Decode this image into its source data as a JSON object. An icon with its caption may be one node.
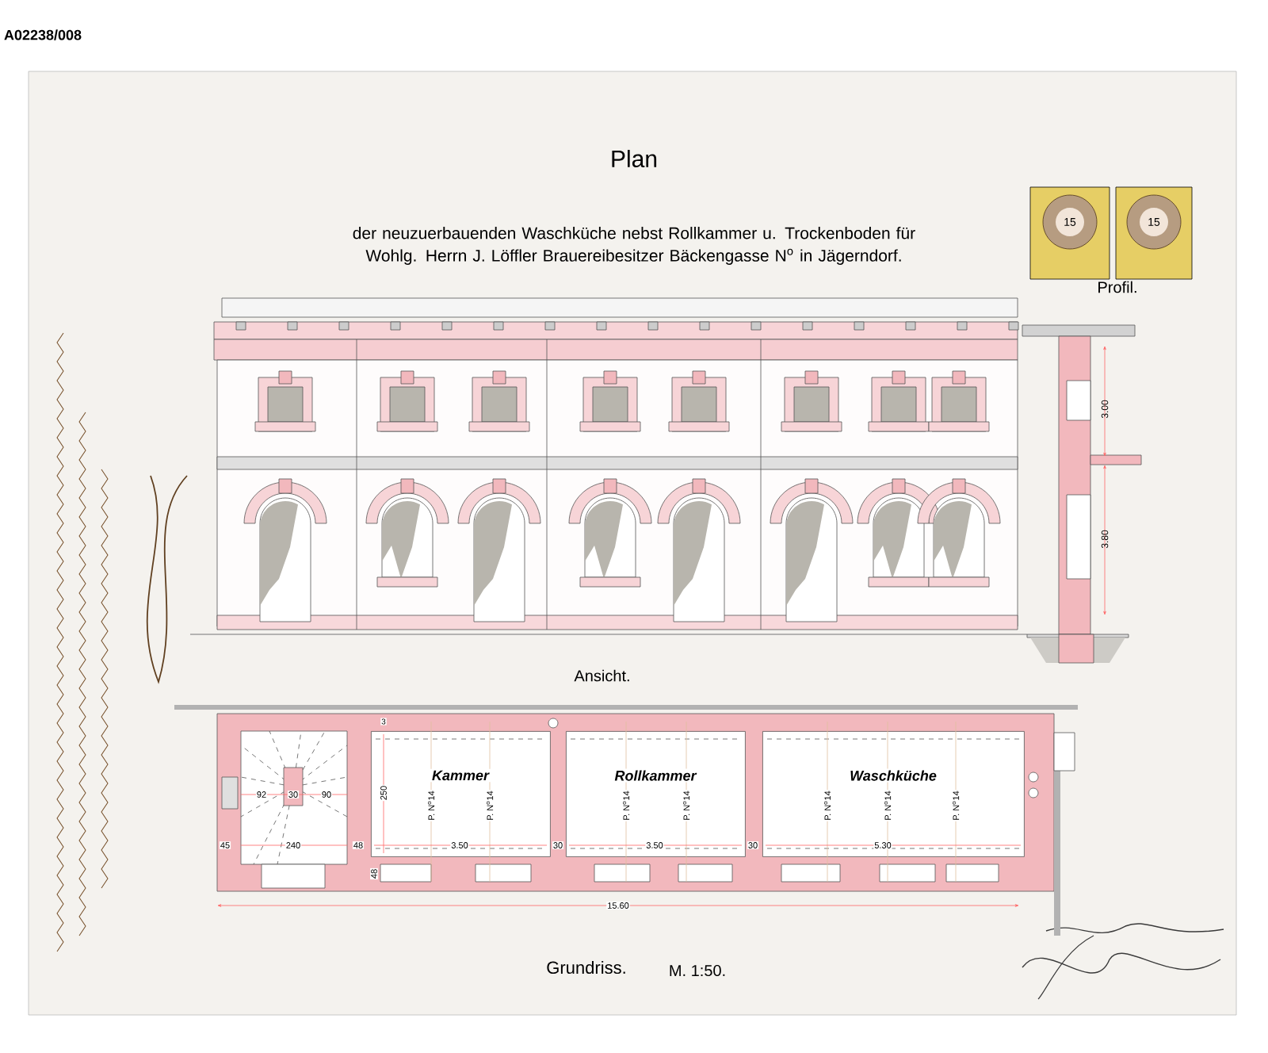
{
  "diagram": {
    "title": "Plan",
    "nodes": [
      {
        "text": [
          "Kammer"
        ]
      },
      {
        "text": [
          "Rollkammer"
        ]
      },
      {
        "text": [
          "Waschküche"
        ]
      }
    ],
    "labels": [
      "A02238/008",
      "der neuzuerbauenden Waschküche nebst Rollkammer u. Trockenboden für Wohlg. Herrn J. Löffler Brauereibesitzer Bäckengasse N$^{o}$ in Jägerndorf.",
      "15",
      "15",
      "Profil.",
      "3.00",
      "3.80",
      "Ansicht.",
      "3",
      "250",
      "P. N$^{o}$14",
      "P. N$^{o}$14",
      "P. N$^{o}$14",
      "P. N$^{o}$14",
      "P. N$^{o}$14",
      "P. N$^{o}$14",
      "P. N$^{o}$14",
      "92",
      "30",
      "90",
      "45",
      "240",
      "48",
      "48",
      "3.50",
      "30",
      "3.50",
      "30",
      "5.30",
      "15.60",
      "Grundriss.",
      "M. 1:50."
    ]
  }
}
